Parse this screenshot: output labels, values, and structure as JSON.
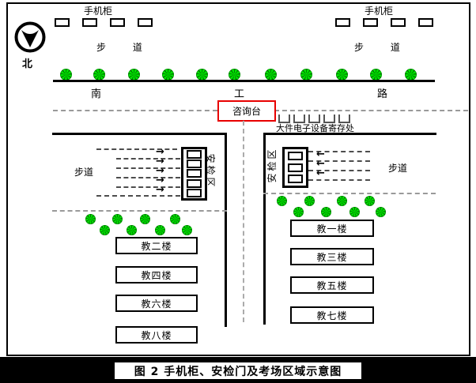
{
  "compass": {
    "label": "北"
  },
  "top": {
    "left_cabinet_label": "手机柜",
    "right_cabinet_label": "手机柜",
    "left_walkway": "步 道",
    "right_walkway": "步 道"
  },
  "road": {
    "char_left": "南",
    "char_mid": "工",
    "char_right": "路"
  },
  "info_desk": {
    "label": "咨询台",
    "border_color": "#e80000"
  },
  "deposit": {
    "label": "大件电子设备寄存处"
  },
  "security_left": {
    "walkway_label": "步道",
    "zone_chars": [
      "安",
      "检",
      "区"
    ],
    "gate_count": 5
  },
  "security_right": {
    "walkway_label": "步道",
    "zone_chars": [
      "区",
      "检",
      "安"
    ],
    "gate_count": 3
  },
  "buildings": {
    "left": [
      "教二楼",
      "教四楼",
      "教六楼",
      "教八楼"
    ],
    "right": [
      "教一楼",
      "教三楼",
      "教五楼",
      "教七楼"
    ]
  },
  "icons": {
    "arrow_right": "→",
    "arrow_left": "←"
  },
  "caption": "图 2  手机柜、安检门及考场区域示意图",
  "colors": {
    "tree_green": "#00e400",
    "accent_red": "#e80000"
  }
}
